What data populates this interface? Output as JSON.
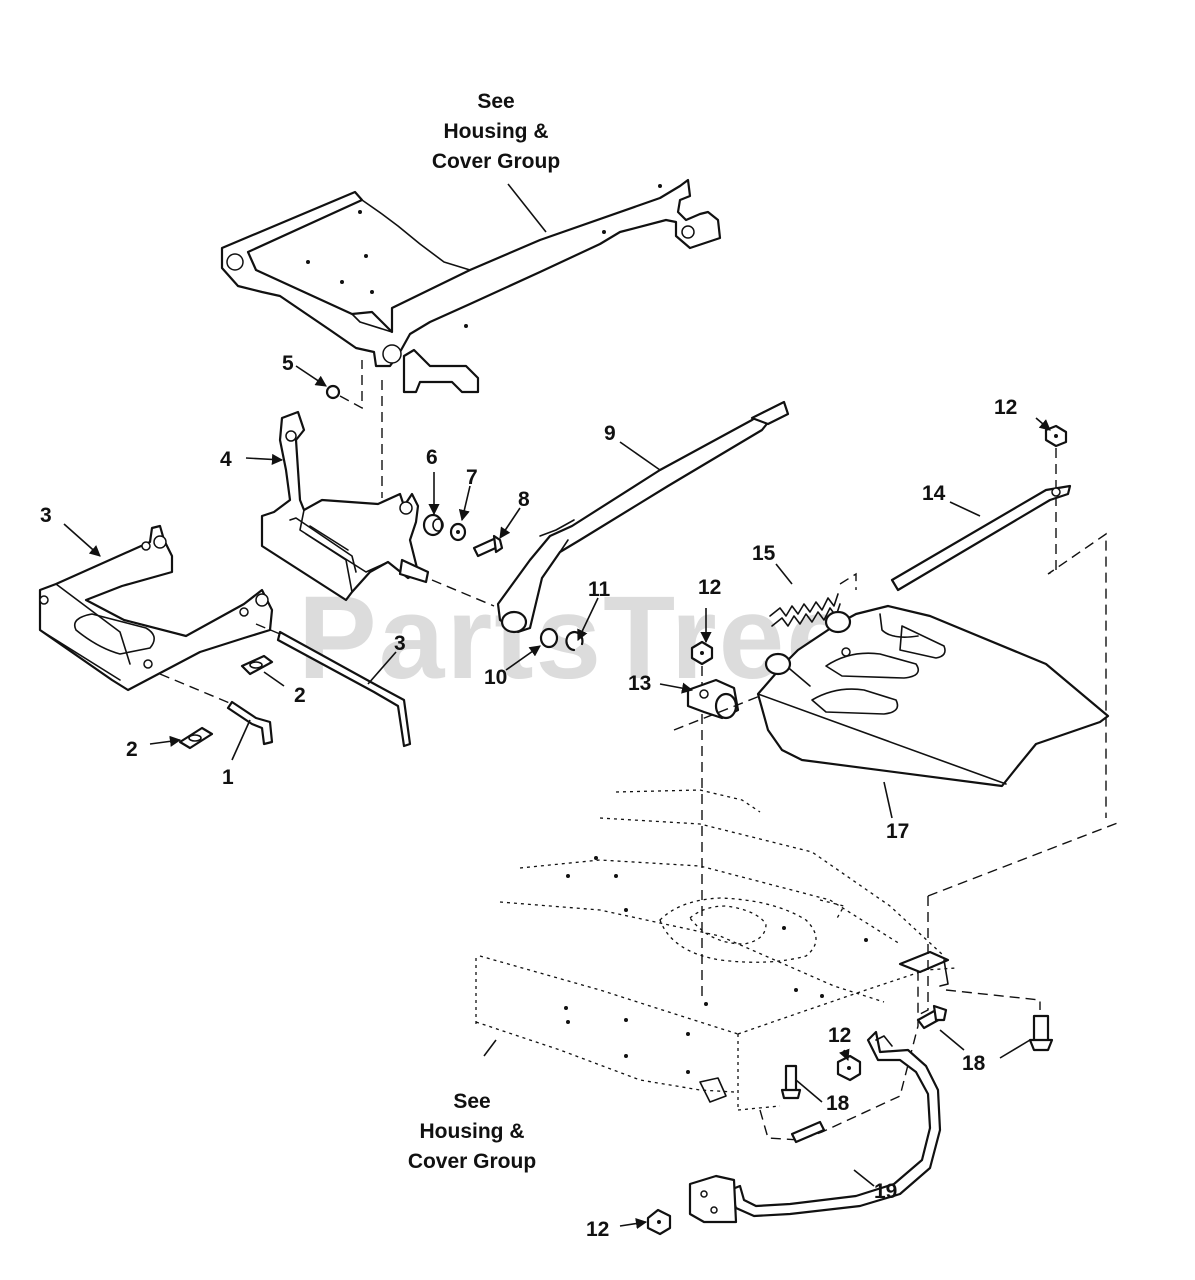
{
  "watermark": "PartsTree",
  "notes": {
    "top": [
      "See",
      "Housing &",
      "Cover Group"
    ],
    "bottom": [
      "See",
      "Housing &",
      "Cover Group"
    ]
  },
  "callouts": {
    "c1": "1",
    "c2a": "2",
    "c2b": "2",
    "c3a": "3",
    "c3b": "3",
    "c4": "4",
    "c5": "5",
    "c6": "6",
    "c7": "7",
    "c8": "8",
    "c9": "9",
    "c10": "10",
    "c11": "11",
    "c12a": "12",
    "c12b": "12",
    "c12c": "12",
    "c12d": "12",
    "c13": "13",
    "c14": "14",
    "c15": "15",
    "c17": "17",
    "c18a": "18",
    "c18b": "18",
    "c19": "19"
  }
}
